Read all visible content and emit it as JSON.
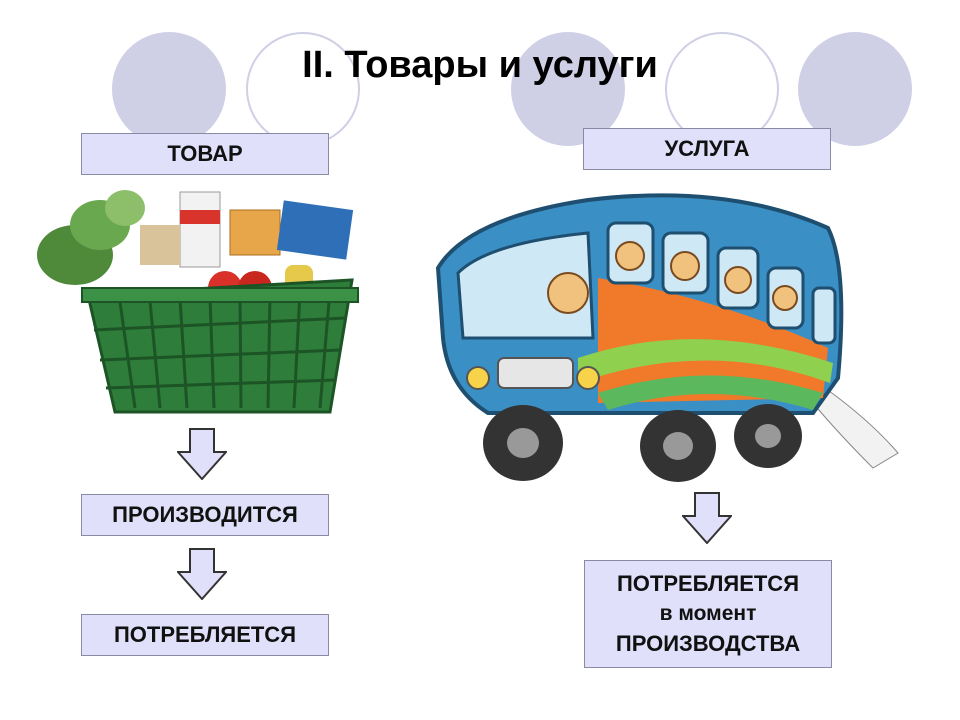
{
  "slide": {
    "title": "II. Товары и услуги",
    "left_heading": "ТОВАР",
    "right_heading": "УСЛУГА",
    "left_step1": "ПРОИЗВОДИТСЯ",
    "left_step2": "ПОТРЕБЛЯЕТСЯ",
    "right_result_line1": "ПОТРЕБЛЯЕТСЯ",
    "right_result_line2": "в момент",
    "right_result_line3": "ПРОИЗВОДСТВА"
  },
  "colors": {
    "circle_fill": "#cfcfe6",
    "box_fill": "#e0e0fa",
    "arrow_fill": "#e0e0fa",
    "basket_green": "#2e7d3a",
    "bus_blue": "#3a8fc4"
  },
  "icons": {
    "left_illustration": "grocery-basket-icon",
    "right_illustration": "bus-icon",
    "arrows": "down-arrow-icon"
  }
}
